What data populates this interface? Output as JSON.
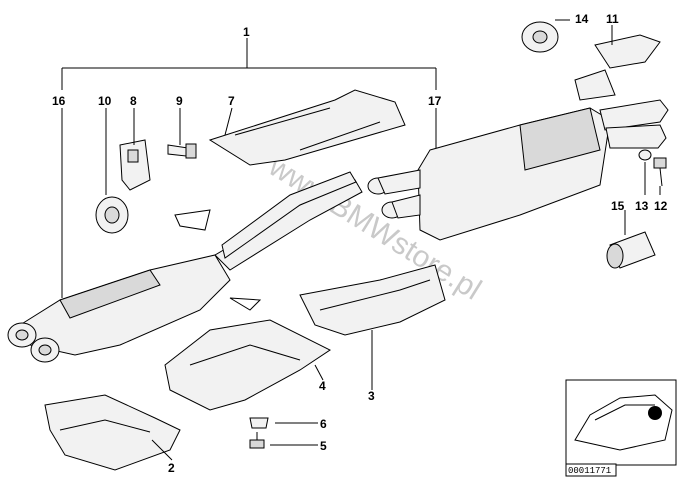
{
  "diagram": {
    "watermark": "www.BMWstore.pl",
    "thumbnail_code": "00011771",
    "colors": {
      "line": "#000000",
      "part_fill": "#f2f2f2",
      "part_shade": "#d9d9d9",
      "watermark": "#c9c9c9"
    },
    "callouts": {
      "c1": "1",
      "c2": "2",
      "c3": "3",
      "c4": "4",
      "c5": "5",
      "c6": "6",
      "c7": "7",
      "c8": "8",
      "c9": "9",
      "c10": "10",
      "c11": "11",
      "c12": "12",
      "c13": "13",
      "c14": "14",
      "c15": "15",
      "c16": "16",
      "c17": "17"
    }
  }
}
